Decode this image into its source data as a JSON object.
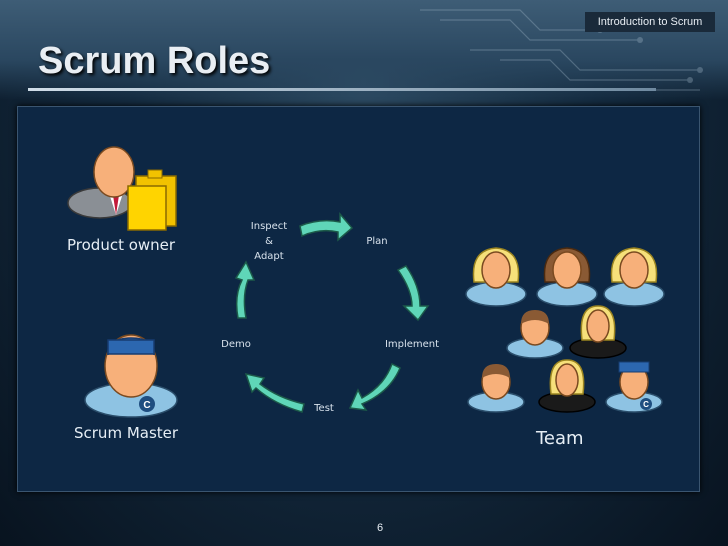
{
  "header": {
    "tag": "Introduction to Scrum"
  },
  "slide": {
    "title": "Scrum Roles",
    "page_number": "6"
  },
  "roles": {
    "product_owner": "Product owner",
    "scrum_master": "Scrum Master",
    "team": "Team"
  },
  "cycle": {
    "inspect_1": "Inspect",
    "inspect_2": "&",
    "inspect_3": "Adapt",
    "plan": "Plan",
    "implement": "Implement",
    "test": "Test",
    "demo": "Demo"
  },
  "icons": {
    "arrow": "curved-arrow-icon",
    "person": "person-icon",
    "folder": "folder-icon"
  },
  "colors": {
    "panel": "#0d2744",
    "arrow": "#5fd6b8",
    "shirt": "#8ec3e3",
    "folder": "#f2c200"
  }
}
